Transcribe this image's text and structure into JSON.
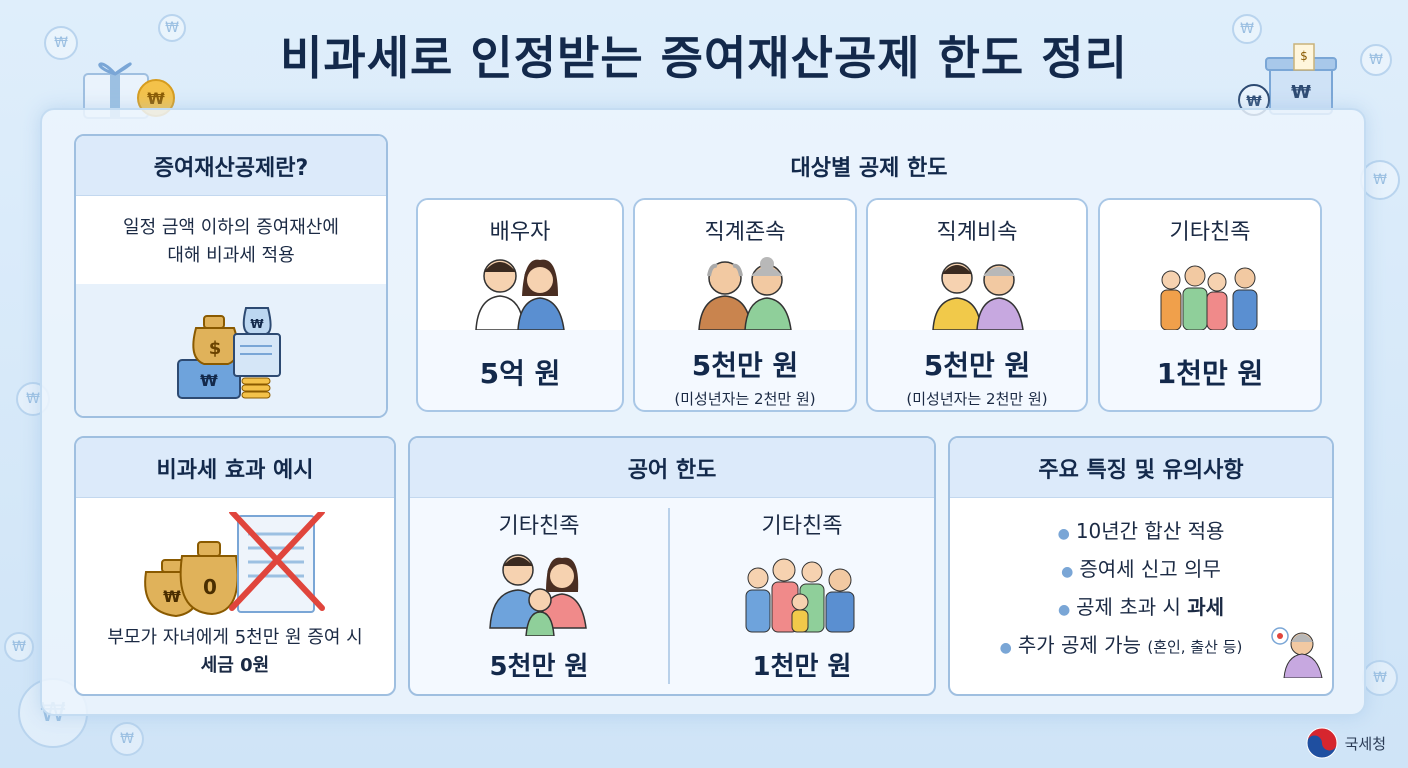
{
  "title": "비과세로 인정받는 증여재산공제 한도 정리",
  "definition": {
    "header": "증여재산공제란?",
    "text_line1": "일정 금액 이하의 증여재산에",
    "text_line2": "대해 비과세 적용"
  },
  "limits": {
    "title": "대상별 공제 한도",
    "items": [
      {
        "label": "배우자",
        "amount": "5억 원",
        "note": ""
      },
      {
        "label": "직계존속",
        "amount": "5천만 원",
        "note": "(미성년자는 2천만 원)"
      },
      {
        "label": "직계비속",
        "amount": "5천만 원",
        "note": "(미성년자는 2천만 원)"
      },
      {
        "label": "기타친족",
        "amount": "1천만 원",
        "note": ""
      }
    ]
  },
  "example": {
    "header": "비과세 효과 예시",
    "text_line1": "부모가 자녀에게 5천만 원 증여 시",
    "text_bold": "세금 0원",
    "bag_symbols": [
      "₩",
      "0"
    ]
  },
  "common": {
    "header": "공어 한도",
    "items": [
      {
        "label": "기타친족",
        "amount": "5천만 원"
      },
      {
        "label": "기타친족",
        "amount": "1천만 원"
      }
    ]
  },
  "features": {
    "header": "주요 특징 및 유의사항",
    "items": [
      {
        "text": "10년간 합산 적용",
        "bold": "",
        "small": ""
      },
      {
        "text": "증여세 신고 의무",
        "bold": "",
        "small": ""
      },
      {
        "text": "공제 초과 시 ",
        "bold": "과세",
        "small": ""
      },
      {
        "text": "추가 공제 가능 ",
        "bold": "",
        "small": "(혼인, 출산 등)"
      }
    ]
  },
  "logo": {
    "text": "국세청"
  },
  "coin_symbol": "₩",
  "colors": {
    "navy": "#13294b",
    "panel": "#dceafa",
    "border": "#9fbfe0",
    "accent": "#7aa6d6"
  }
}
